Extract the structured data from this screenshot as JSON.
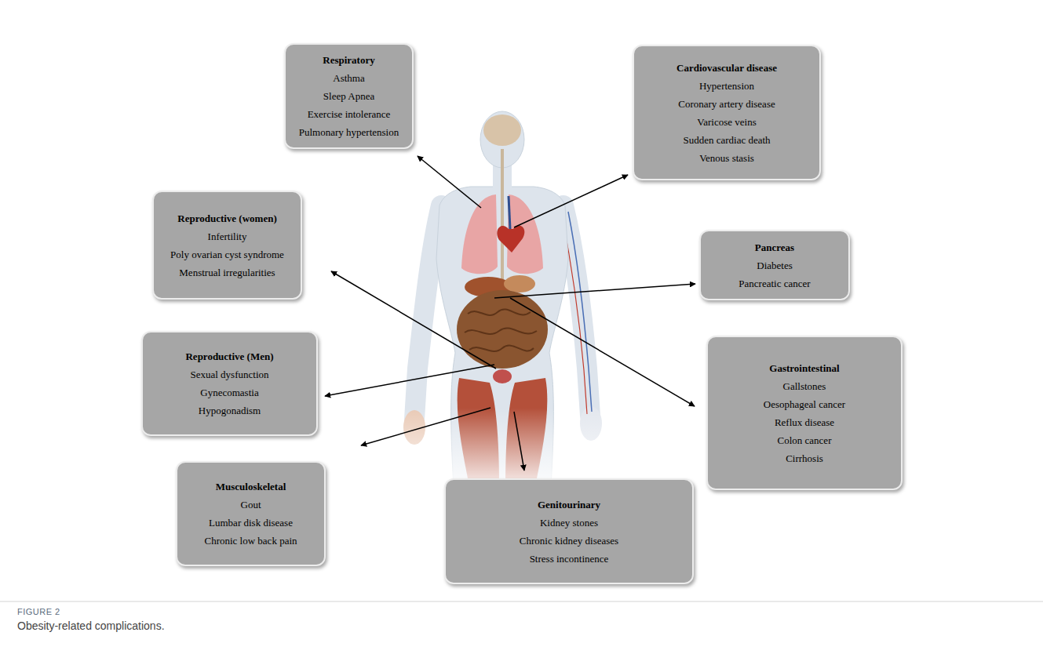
{
  "diagram": {
    "caption": "Obesity-related complications.",
    "nodes": [
      {
        "text": [
          "Respiratory",
          "Asthma",
          "Sleep Apnea",
          "Exercise intolerance",
          "Pulmonary hypertension"
        ]
      },
      {
        "text": [
          "Cardiovascular disease",
          "Hypertension",
          "Coronary artery disease",
          "Varicose veins",
          "Sudden cardiac death",
          "Venous stasis"
        ]
      },
      {
        "text": [
          "Reproductive (women)",
          "Infertility",
          "Poly ovarian cyst syndrome",
          "Menstrual irregularities"
        ]
      },
      {
        "text": [
          "Pancreas",
          "Diabetes",
          "Pancreatic cancer"
        ]
      },
      {
        "text": [
          "Reproductive (Men)",
          "Sexual dysfunction",
          "Gynecomastia",
          "Hypogonadism"
        ]
      },
      {
        "text": [
          "Gastrointestinal",
          "Gallstones",
          "Oesophageal cancer",
          "Reflux disease",
          "Colon cancer",
          "Cirrhosis"
        ]
      },
      {
        "text": [
          "Musculoskeletal",
          "Gout",
          "Lumbar disk disease",
          "Chronic low back pain"
        ]
      },
      {
        "text": [
          "Genitourinary",
          "Kidney stones",
          "Chronic kidney diseases",
          "Stress incontinence"
        ]
      }
    ],
    "labels": [
      "FIGURE 2"
    ]
  }
}
